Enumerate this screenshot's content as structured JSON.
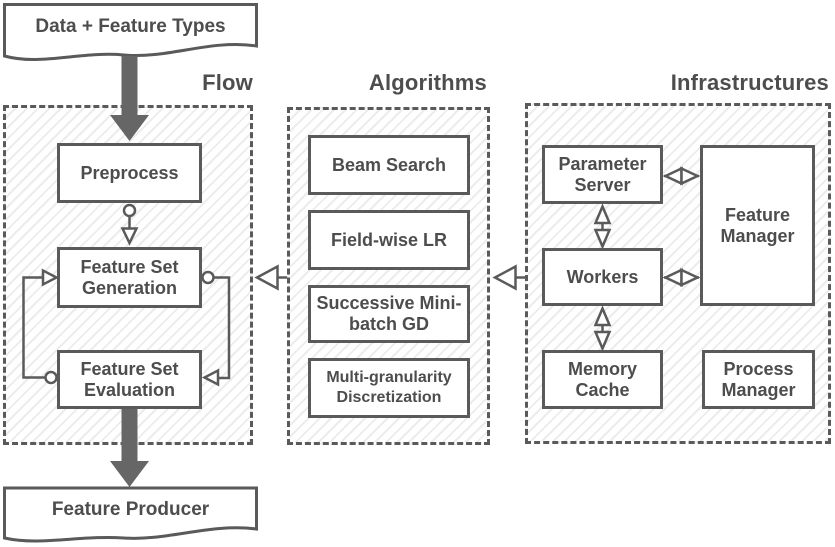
{
  "colors": {
    "stroke": "#5a5a5a",
    "text": "#4d4d4d",
    "thick_arrow": "#666666",
    "hatch_line": "#ececec",
    "node_fill": "#ffffff"
  },
  "input_document": {
    "label": "Data + Feature Types"
  },
  "output_document": {
    "label": "Feature Producer"
  },
  "sections": {
    "flow": {
      "title": "Flow",
      "nodes": [
        {
          "label": "Preprocess"
        },
        {
          "label": "Feature Set Generation"
        },
        {
          "label": "Feature Set Evaluation"
        }
      ]
    },
    "algorithms": {
      "title": "Algorithms",
      "nodes": [
        {
          "label": "Beam Search"
        },
        {
          "label": "Field-wise LR"
        },
        {
          "label": "Successive Mini-batch GD"
        },
        {
          "label": "Multi-granularity Discretization"
        }
      ]
    },
    "infrastructures": {
      "title": "Infrastructures",
      "nodes": [
        {
          "label": "Parameter Server"
        },
        {
          "label": "Feature Manager"
        },
        {
          "label": "Workers"
        },
        {
          "label": "Memory Cache"
        },
        {
          "label": "Process Manager"
        }
      ]
    }
  },
  "connections": [
    {
      "from": "Data + Feature Types",
      "to": "Preprocess",
      "style": "thick-solid-arrow"
    },
    {
      "from": "Preprocess",
      "to": "Feature Set Generation",
      "style": "circle-to-hollow-arrow"
    },
    {
      "from": "Feature Set Generation",
      "to": "Feature Set Evaluation",
      "style": "circle-to-hollow-arrow-right-loop"
    },
    {
      "from": "Feature Set Evaluation",
      "to": "Feature Set Generation",
      "style": "circle-to-hollow-arrow-left-loop"
    },
    {
      "from": "Feature Set Evaluation",
      "to": "Feature Producer",
      "style": "thick-solid-arrow"
    },
    {
      "from": "Algorithms",
      "to": "Flow",
      "style": "hollow-arrow-left"
    },
    {
      "from": "Infrastructures",
      "to": "Algorithms",
      "style": "hollow-arrow-left"
    },
    {
      "from": "Parameter Server",
      "to": "Feature Manager",
      "style": "hollow-double-arrow-horizontal"
    },
    {
      "from": "Workers",
      "to": "Feature Manager",
      "style": "hollow-double-arrow-horizontal"
    },
    {
      "from": "Parameter Server",
      "to": "Workers",
      "style": "hollow-double-arrow-vertical"
    },
    {
      "from": "Workers",
      "to": "Memory Cache",
      "style": "hollow-double-arrow-vertical"
    }
  ]
}
